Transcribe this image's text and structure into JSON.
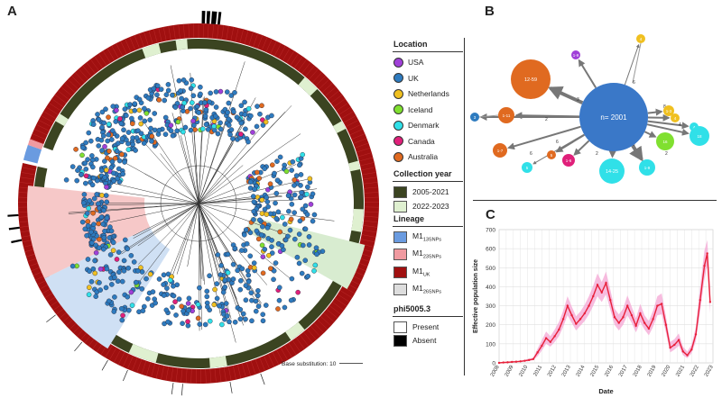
{
  "panels": {
    "a": "A",
    "b": "B",
    "c": "C"
  },
  "legend": {
    "location_title": "Location",
    "locations": [
      {
        "label": "USA",
        "color": "#a040d8"
      },
      {
        "label": "UK",
        "color": "#2e7bbf"
      },
      {
        "label": "Netherlands",
        "color": "#f0c020"
      },
      {
        "label": "Iceland",
        "color": "#80e030"
      },
      {
        "label": "Denmark",
        "color": "#30e0e8"
      },
      {
        "label": "Canada",
        "color": "#e0207a"
      },
      {
        "label": "Australia",
        "color": "#e06a20"
      }
    ],
    "year_title": "Collection year",
    "years": [
      {
        "label": "2005-2021",
        "color": "#3b4421"
      },
      {
        "label": "2022-2023",
        "color": "#dff0d0"
      }
    ],
    "lineage_title": "Lineage",
    "lineages": [
      {
        "label": "M1",
        "sub": "13SNPs",
        "color": "#6a9be0"
      },
      {
        "label": "M1",
        "sub": "23SNPs",
        "color": "#f09aa0"
      },
      {
        "label": "M1",
        "sub": "UK",
        "color": "#a01010"
      },
      {
        "label": "M1",
        "sub": "26SNPs",
        "color": "#dddddd"
      }
    ],
    "phage_title": "phi5005.3",
    "phage": [
      {
        "label": "Present",
        "color": "#ffffff"
      },
      {
        "label": "Absent",
        "color": "#000000"
      }
    ]
  },
  "scale": {
    "label": "Base substitution: 10"
  },
  "network": {
    "center_label": "n= 2001",
    "nodes": [
      {
        "label": "12-59",
        "color": "#e06a20",
        "size": "large"
      },
      {
        "label": "1-9",
        "color": "#a040d8",
        "size": "small"
      },
      {
        "label": "4",
        "color": "#f0c020",
        "size": "small"
      },
      {
        "label": "1-3",
        "color": "#f0c020",
        "size": "small"
      },
      {
        "label": "4",
        "color": "#f0c020",
        "size": "small"
      },
      {
        "label": "4",
        "color": "#30e0e8",
        "size": "small"
      },
      {
        "label": "18",
        "color": "#30e0e8",
        "size": "medium"
      },
      {
        "label": "16",
        "color": "#80e030",
        "size": "medium"
      },
      {
        "label": "1-9",
        "color": "#30e0e8",
        "size": "medium"
      },
      {
        "label": "14-25",
        "color": "#30e0e8",
        "size": "medium"
      },
      {
        "label": "1-6",
        "color": "#e0207a",
        "size": "small"
      },
      {
        "label": "5",
        "color": "#e06a20",
        "size": "small"
      },
      {
        "label": "5",
        "color": "#30e0e8",
        "size": "small"
      },
      {
        "label": "1-7",
        "color": "#e06a20",
        "size": "small"
      },
      {
        "label": "1-11",
        "color": "#e06a20",
        "size": "small"
      },
      {
        "label": "3",
        "color": "#2e7bbf",
        "size": "small"
      }
    ],
    "edge_labels": [
      "6",
      "3",
      "2",
      "8",
      "4",
      "2",
      "25",
      "6",
      "2",
      "6"
    ]
  },
  "chart_data": {
    "type": "line",
    "xlabel": "Date",
    "ylabel": "Effective population size",
    "ylim": [
      0,
      700
    ],
    "xlim": [
      2008,
      2023
    ],
    "yticks": [
      0,
      100,
      200,
      300,
      400,
      500,
      600,
      700
    ],
    "xticks": [
      2008,
      2009,
      2010,
      2011,
      2012,
      2013,
      2014,
      2015,
      2016,
      2017,
      2018,
      2019,
      2020,
      2021,
      2022,
      2023
    ],
    "line_color": "#e8203a",
    "band_color": "#f4a6d4",
    "series": [
      {
        "x": [
          2008.0,
          2008.3,
          2008.6,
          2008.9,
          2009.2,
          2009.5,
          2009.8,
          2010.1,
          2010.4,
          2010.7,
          2011.0,
          2011.3,
          2011.6,
          2011.9,
          2012.2,
          2012.5,
          2012.8,
          2013.1,
          2013.4,
          2013.7,
          2014.0,
          2014.3,
          2014.6,
          2014.9,
          2015.2,
          2015.5,
          2015.8,
          2016.1,
          2016.4,
          2016.7,
          2017.0,
          2017.3,
          2017.6,
          2017.9,
          2018.2,
          2018.5,
          2018.8,
          2019.1,
          2019.4,
          2019.7,
          2020.0,
          2020.3,
          2020.6,
          2020.9,
          2021.2,
          2021.5,
          2021.8,
          2022.1,
          2022.4,
          2022.6,
          2022.8
        ],
        "y": [
          0,
          2,
          3,
          5,
          6,
          8,
          11,
          15,
          20,
          55,
          90,
          130,
          110,
          140,
          175,
          230,
          300,
          250,
          205,
          230,
          260,
          300,
          350,
          410,
          370,
          420,
          330,
          240,
          210,
          240,
          300,
          250,
          195,
          260,
          210,
          180,
          230,
          300,
          310,
          200,
          80,
          95,
          120,
          60,
          40,
          70,
          150,
          330,
          510,
          575,
          320
        ],
        "lower": [
          0,
          1,
          2,
          3,
          4,
          5,
          7,
          10,
          14,
          35,
          65,
          100,
          85,
          110,
          140,
          190,
          250,
          210,
          170,
          195,
          220,
          255,
          300,
          350,
          320,
          360,
          280,
          200,
          170,
          200,
          250,
          210,
          160,
          215,
          175,
          145,
          190,
          250,
          255,
          160,
          55,
          70,
          90,
          40,
          25,
          50,
          115,
          270,
          440,
          510,
          260
        ],
        "upper": [
          1,
          3,
          5,
          8,
          9,
          12,
          16,
          22,
          28,
          75,
          120,
          165,
          140,
          175,
          215,
          275,
          350,
          295,
          245,
          270,
          305,
          350,
          405,
          470,
          425,
          480,
          385,
          285,
          255,
          285,
          355,
          295,
          235,
          310,
          250,
          220,
          275,
          350,
          365,
          245,
          110,
          125,
          155,
          85,
          60,
          95,
          190,
          400,
          590,
          645,
          390
        ]
      }
    ]
  }
}
